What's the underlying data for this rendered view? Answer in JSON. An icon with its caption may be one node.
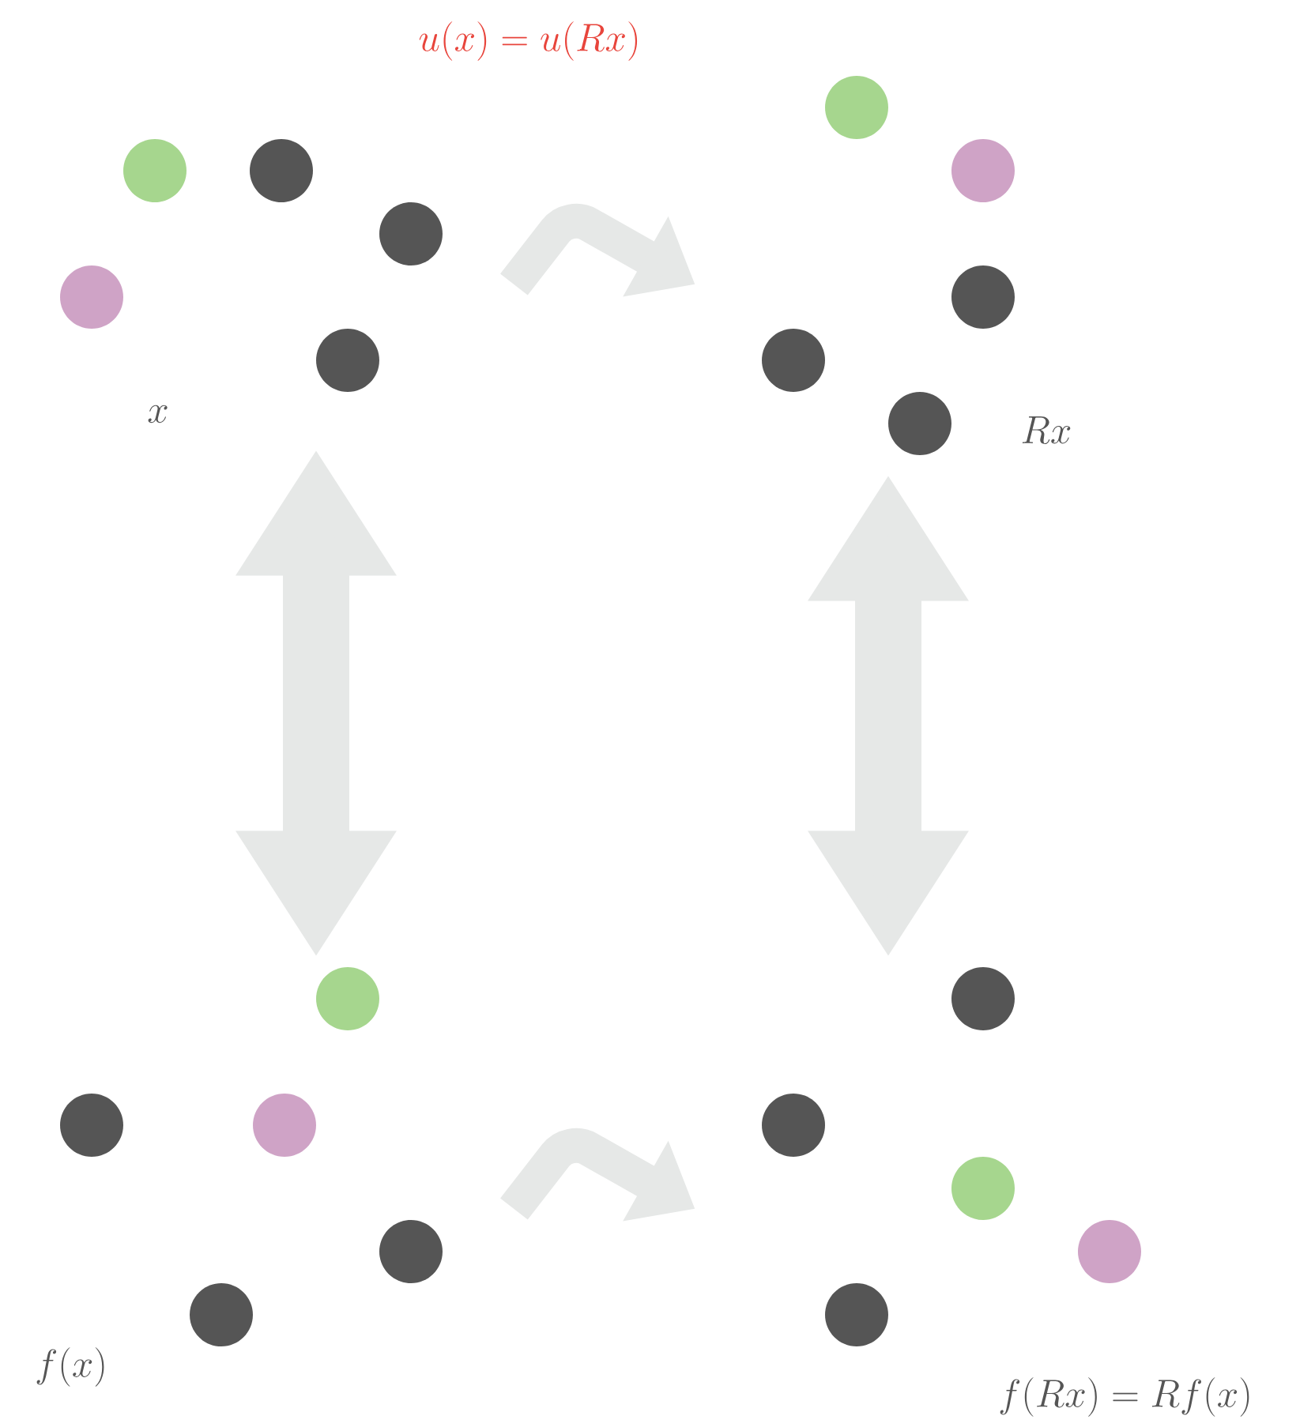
{
  "diagram": {
    "title": "u(x) = u(Rx)",
    "nodes": [
      {
        "text": [],
        "shape": "picture",
        "beside": [
          "x"
        ]
      },
      {
        "text": [],
        "shape": "picture",
        "beside": [
          "Rx"
        ]
      },
      {
        "text": [],
        "shape": "picture",
        "beside": [
          "f(x)"
        ]
      },
      {
        "text": [],
        "shape": "picture",
        "beside": [
          "f(Rx) = Rf(x)"
        ]
      }
    ],
    "edges": [
      {
        "from": 0,
        "to": 1,
        "arrow": "to"
      },
      {
        "from": 0,
        "to": 2,
        "arrow": "both",
        "style": "thick"
      },
      {
        "from": 1,
        "to": 3,
        "arrow": "both",
        "style": "thick"
      },
      {
        "from": 2,
        "to": 3,
        "arrow": "to"
      }
    ]
  }
}
